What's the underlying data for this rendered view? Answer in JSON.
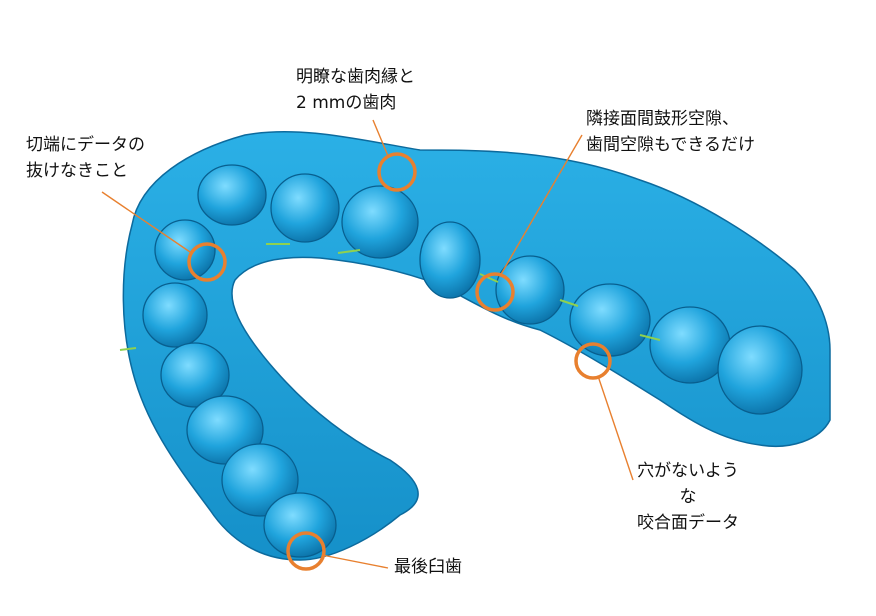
{
  "figure": {
    "annotations": [
      {
        "id": "incisal-edge",
        "lines": [
          "切端にデータの",
          "抜けなきこと"
        ]
      },
      {
        "id": "gingival-margin",
        "lines": [
          "明瞭な歯肉縁と",
          "2 mmの歯肉"
        ]
      },
      {
        "id": "embrasure",
        "lines": [
          "隣接面間鼓形空隙、",
          "歯間空隙もできるだけ"
        ]
      },
      {
        "id": "occlusal-surface",
        "lines": [
          "穴がないよう",
          "な",
          "咬合面データ"
        ]
      },
      {
        "id": "last-molar",
        "lines": [
          "最後臼歯"
        ]
      }
    ],
    "colors": {
      "scan": "#1e9fd6",
      "scan_dark": "#0d6ea3",
      "marker": "#e8802f",
      "gum_highlight": "#8fd14f"
    }
  }
}
